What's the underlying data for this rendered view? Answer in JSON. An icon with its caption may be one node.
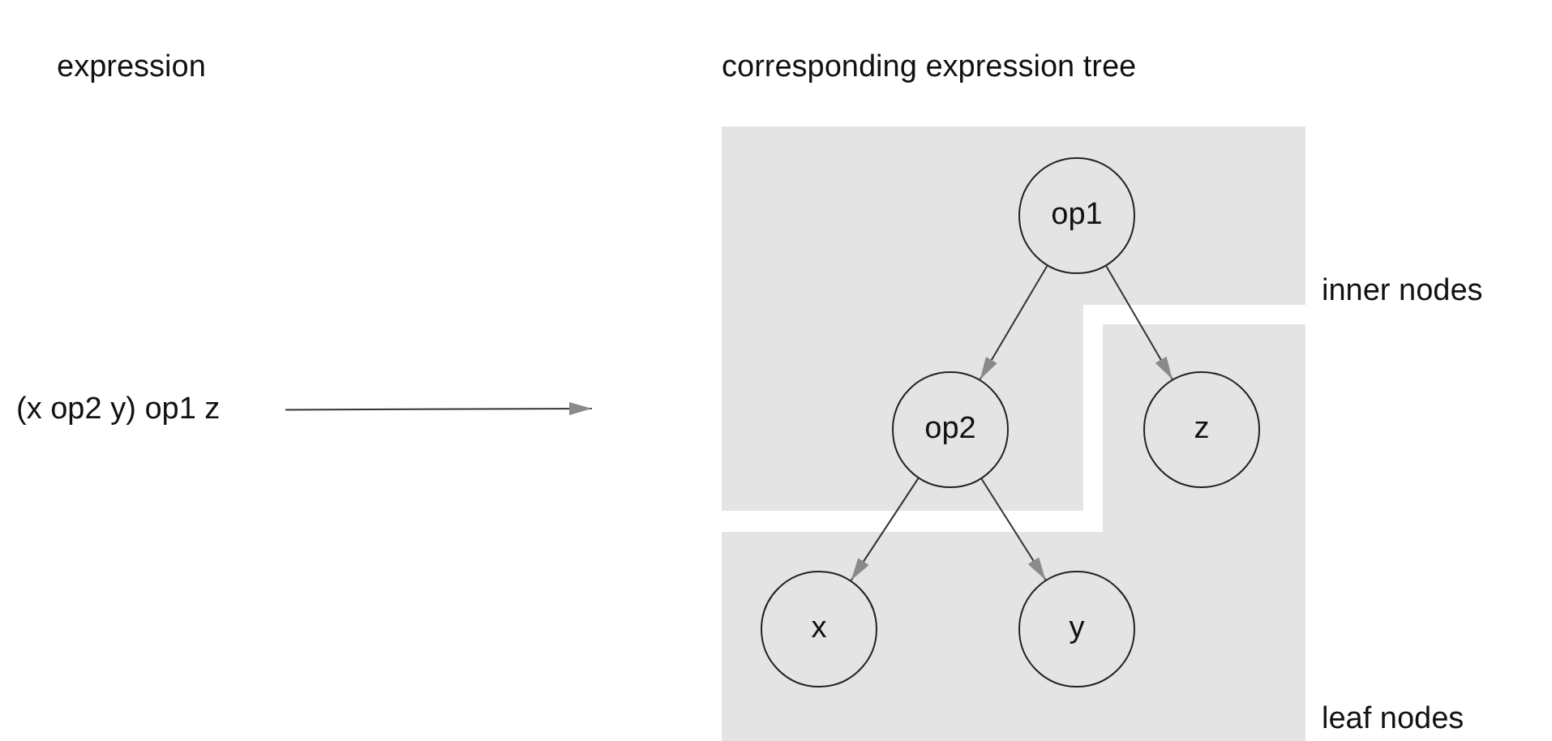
{
  "diagram": {
    "nodes": [
      {
        "text": [
          "(x op2 y) op1 z"
        ]
      },
      {
        "text": [
          "inner nodes"
        ]
      },
      {
        "text": [
          "op1"
        ],
        "in": 1
      },
      {
        "text": [
          "op2"
        ],
        "in": 1
      },
      {
        "text": [
          "leaf nodes"
        ]
      },
      {
        "text": [
          "z"
        ],
        "in": 4
      },
      {
        "text": [
          "x"
        ],
        "in": 4
      },
      {
        "text": [
          "y"
        ],
        "in": 4
      }
    ],
    "edges": [
      {
        "from": 0,
        "to": null,
        "arrow": "to"
      },
      {
        "from": 2,
        "to": 3,
        "arrow": "to"
      },
      {
        "from": 2,
        "to": 5,
        "arrow": "to"
      },
      {
        "from": 3,
        "to": 6,
        "arrow": "to"
      },
      {
        "from": 3,
        "to": 7,
        "arrow": "to"
      }
    ],
    "labels": [
      "expression",
      "corresponding expression tree"
    ]
  }
}
